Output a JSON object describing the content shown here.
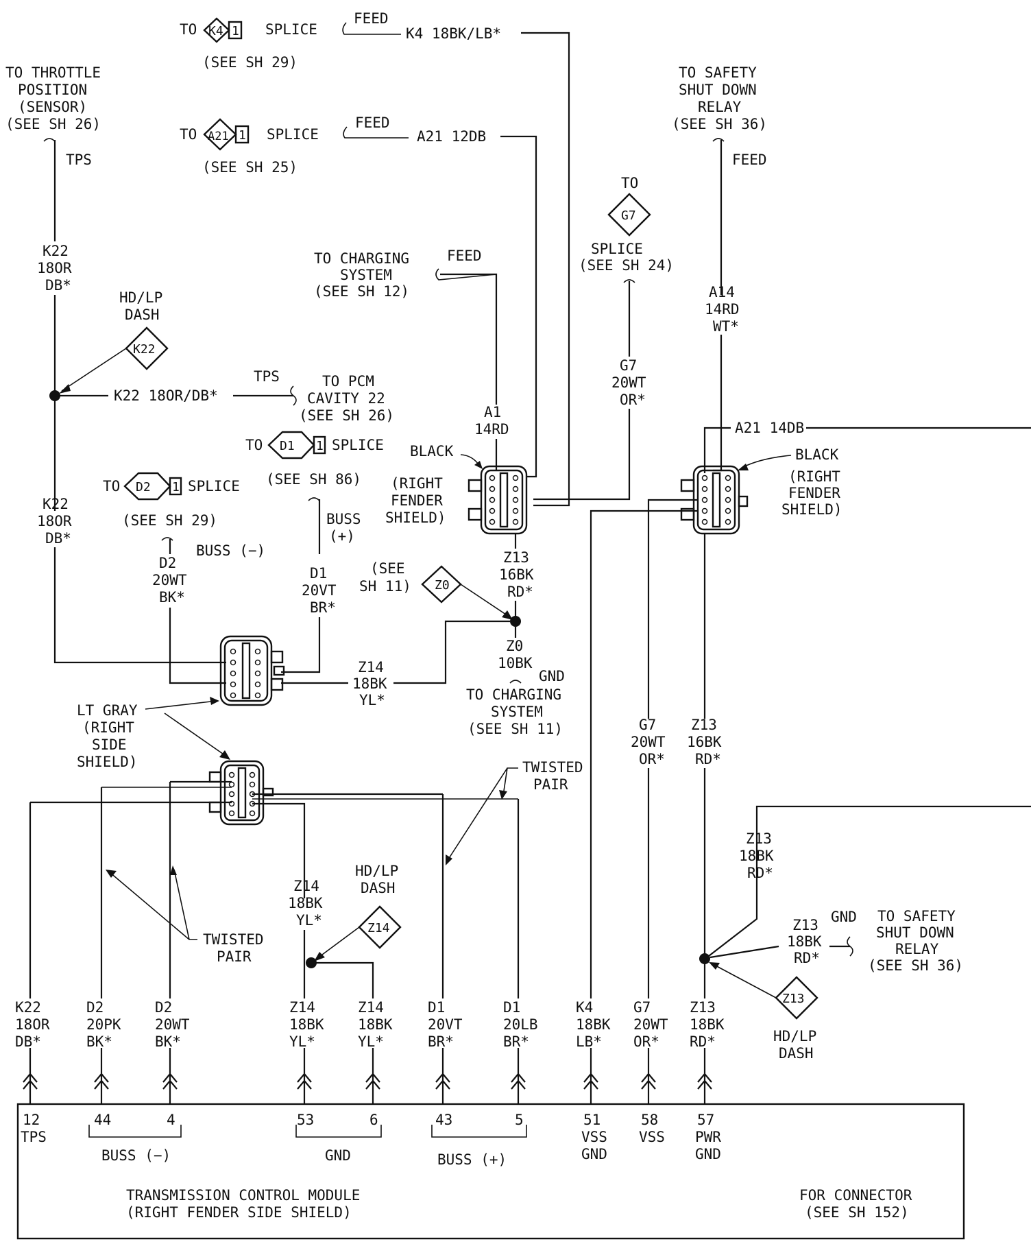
{
  "labels": {
    "k4_to": "TO",
    "k4_tag": "K4",
    "k4_num": "1",
    "k4_splice": "SPLICE",
    "k4_see": "(SEE SH 29)",
    "k4_feed": "FEED",
    "k4_wire": "K4 18BK/LB*",
    "a21_to": "TO",
    "a21_tag": "A21",
    "a21_num": "1",
    "a21_splice": "SPLICE",
    "a21_see": "(SEE SH 25)",
    "a21_feed": "FEED",
    "a21_wire": "A21 12DB",
    "tps_l1": "TO THROTTLE",
    "tps_l2": "POSITION",
    "tps_l3": "(SENSOR)",
    "tps_l4": "(SEE SH 26)",
    "tps_name": "TPS",
    "ssd_top_l1": "TO SAFETY",
    "ssd_top_l2": "SHUT DOWN",
    "ssd_top_l3": "RELAY",
    "ssd_top_l4": "(SEE SH 36)",
    "ssd_top_feed": "FEED",
    "g7_to": "TO",
    "g7_tag": "G7",
    "g7_splice": "SPLICE",
    "g7_see": "(SEE SH 24)",
    "chg_l1": "TO CHARGING",
    "chg_l2": "SYSTEM",
    "chg_l3": "(SEE SH 12)",
    "chg_feed": "FEED",
    "k22_a1": "K22",
    "k22_a2": "18OR",
    "k22_a3": "DB*",
    "hdlp1_l1": "HD/LP",
    "hdlp1_l2": "DASH",
    "hdlp1_tag": "K22",
    "k22_h": "K22 18OR/DB*",
    "pcm_tps": "TPS",
    "pcm_l1": "TO PCM",
    "pcm_l2": "CAVITY 22",
    "pcm_l3": "(SEE SH 26)",
    "a14_l1": "A14",
    "a14_l2": "14RD",
    "a14_l3": "WT*",
    "g7_w1": "G7",
    "g7_w2": "20WT",
    "g7_w3": "OR*",
    "d1s_to": "TO",
    "d1s_tag": "D1",
    "d1s_num": "1",
    "d1s_splice": "SPLICE",
    "d1s_see": "(SEE SH 86)",
    "d2s_to": "TO",
    "d2s_tag": "D2",
    "d2s_num": "1",
    "d2s_splice": "SPLICE",
    "d2s_see": "(SEE SH 29)",
    "a1_l1": "A1",
    "a1_l2": "14RD",
    "black1": "BLACK",
    "rfs1_l1": "(RIGHT",
    "rfs1_l2": "FENDER",
    "rfs1_l3": "SHIELD)",
    "a21_14db": "A21 14DB",
    "black2": "BLACK",
    "rfs2_l1": "(RIGHT",
    "rfs2_l2": "FENDER",
    "rfs2_l3": "SHIELD)",
    "k22_b1": "K22",
    "k22_b2": "18OR",
    "k22_b3": "DB*",
    "buss_minus": "BUSS (−)",
    "buss_plus_1": "BUSS",
    "buss_plus_2": "(+)",
    "d2_a1": "D2",
    "d2_a2": "20WT",
    "d2_a3": "BK*",
    "d1_a1": "D1",
    "d1_a2": "20VT",
    "d1_a3": "BR*",
    "see11_l1": "(SEE",
    "see11_l2": "SH 11)",
    "z0_tag": "Z0",
    "z13_a1": "Z13",
    "z13_a2": "16BK",
    "z13_a3": "RD*",
    "z14_a1": "Z14",
    "z14_a2": "18BK",
    "z14_a3": "YL*",
    "z0_l1": "Z0",
    "z0_l2": "10BK",
    "z0_gnd": "GND",
    "chg2_l1": "TO CHARGING",
    "chg2_l2": "SYSTEM",
    "chg2_l3": "(SEE SH 11)",
    "ltgray_l1": "LT GRAY",
    "ltgray_l2": "(RIGHT",
    "ltgray_l3": "SIDE",
    "ltgray_l4": "SHIELD)",
    "twisted1_l1": "TWISTED",
    "twisted1_l2": "PAIR",
    "g7_b1": "G7",
    "g7_b2": "20WT",
    "g7_b3": "OR*",
    "z13_b1": "Z13",
    "z13_b2": "16BK",
    "z13_b3": "RD*",
    "z14_b1": "Z14",
    "z14_b2": "18BK",
    "z14_b3": "YL*",
    "hdlp2_l1": "HD/LP",
    "hdlp2_l2": "DASH",
    "hdlp2_tag": "Z14",
    "twisted2_l1": "TWISTED",
    "twisted2_l2": "PAIR",
    "z13_c1": "Z13",
    "z13_c2": "18BK",
    "z13_c3": "RD*",
    "z13_d1": "Z13",
    "z13_d2": "18BK",
    "z13_d3": "RD*",
    "z13_gnd": "GND",
    "ssd_bot_l1": "TO SAFETY",
    "ssd_bot_l2": "SHUT DOWN",
    "ssd_bot_l3": "RELAY",
    "ssd_bot_l4": "(SEE SH 36)",
    "hdlp3_tag": "Z13",
    "hdlp3_l1": "HD/LP",
    "hdlp3_l2": "DASH"
  },
  "wires": [
    {
      "l1": "K22",
      "l2": "18OR",
      "l3": "DB*",
      "pin": "12",
      "desc": "TPS"
    },
    {
      "l1": "D2",
      "l2": "20PK",
      "l3": "BK*",
      "pin": "44",
      "desc": ""
    },
    {
      "l1": "D2",
      "l2": "20WT",
      "l3": "BK*",
      "pin": "4",
      "desc": ""
    },
    {
      "l1": "Z14",
      "l2": "18BK",
      "l3": "YL*",
      "pin": "53",
      "desc": ""
    },
    {
      "l1": "Z14",
      "l2": "18BK",
      "l3": "YL*",
      "pin": "6",
      "desc": ""
    },
    {
      "l1": "D1",
      "l2": "20VT",
      "l3": "BR*",
      "pin": "43",
      "desc": ""
    },
    {
      "l1": "D1",
      "l2": "20LB",
      "l3": "BR*",
      "pin": "5",
      "desc": ""
    },
    {
      "l1": "K4",
      "l2": "18BK",
      "l3": "LB*",
      "pin": "51",
      "desc": "VSS",
      "desc2": "GND"
    },
    {
      "l1": "G7",
      "l2": "20WT",
      "l3": "OR*",
      "pin": "58",
      "desc": "VSS"
    },
    {
      "l1": "Z13",
      "l2": "18BK",
      "l3": "RD*",
      "pin": "57",
      "desc": "PWR",
      "desc2": "GND"
    }
  ],
  "module": {
    "group_buss_minus": "BUSS (−)",
    "group_gnd": "GND",
    "group_buss_plus": "BUSS (+)",
    "name_l1": "TRANSMISSION CONTROL MODULE",
    "name_l2": "(RIGHT FENDER SIDE SHIELD)",
    "conn_l1": "FOR CONNECTOR",
    "conn_l2": "(SEE SH 152)"
  }
}
